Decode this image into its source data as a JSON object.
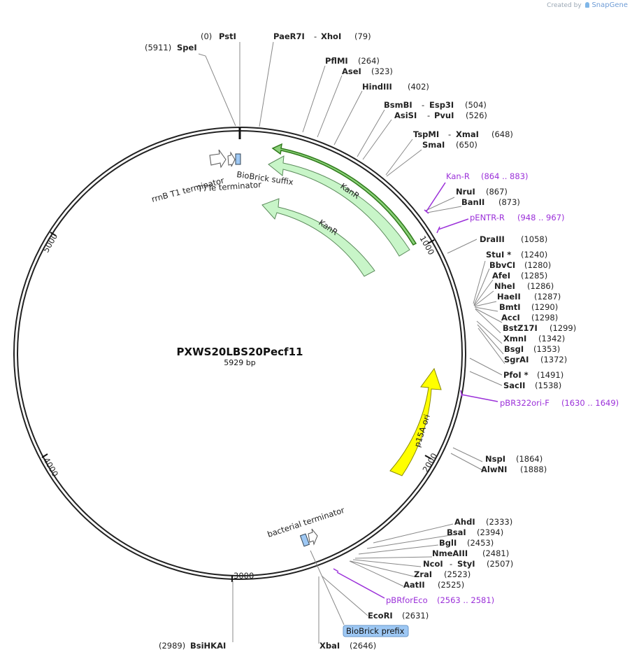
{
  "plasmid": {
    "name": "PXWS20LBS20Pecf11",
    "size_label": "5929 bp",
    "length": 5929
  },
  "credit": {
    "text": "Created by",
    "brand": "SnapGene"
  },
  "ticks": [
    {
      "pos": 1000,
      "label": "1000"
    },
    {
      "pos": 2000,
      "label": "2000"
    },
    {
      "pos": 3000,
      "label": "3000"
    },
    {
      "pos": 4000,
      "label": "4000"
    },
    {
      "pos": 5000,
      "label": "5000"
    }
  ],
  "sites": [
    {
      "name": "SpeI",
      "pos": "(5911)"
    },
    {
      "name": "PstI",
      "pos": "(0)"
    },
    {
      "name": "PaeR7I",
      "name2": "XhoI",
      "pos": "(79)"
    },
    {
      "name": "PflMI",
      "pos": "(264)"
    },
    {
      "name": "AseI",
      "pos": "(323)"
    },
    {
      "name": "HindIII",
      "pos": "(402)"
    },
    {
      "name": "BsmBI",
      "name2": "Esp3I",
      "pos": "(504)"
    },
    {
      "name": "AsiSI",
      "name2": "PvuI",
      "pos": "(526)"
    },
    {
      "name": "TspMI",
      "name2": "XmaI",
      "pos": "(648)"
    },
    {
      "name": "SmaI",
      "pos": "(650)"
    },
    {
      "name": "NruI",
      "pos": "(867)"
    },
    {
      "name": "BanII",
      "pos": "(873)"
    },
    {
      "name": "DraIII",
      "pos": "(1058)"
    },
    {
      "name": "StuI *",
      "pos": "(1240)"
    },
    {
      "name": "BbvCI",
      "pos": "(1280)"
    },
    {
      "name": "AfeI",
      "pos": "(1285)"
    },
    {
      "name": "NheI",
      "pos": "(1286)"
    },
    {
      "name": "HaeII",
      "pos": "(1287)"
    },
    {
      "name": "BmtI",
      "pos": "(1290)"
    },
    {
      "name": "AccI",
      "pos": "(1298)"
    },
    {
      "name": "BstZ17I",
      "pos": "(1299)"
    },
    {
      "name": "XmnI",
      "pos": "(1342)"
    },
    {
      "name": "BsgI",
      "pos": "(1353)"
    },
    {
      "name": "SgrAI",
      "pos": "(1372)"
    },
    {
      "name": "PfoI *",
      "pos": "(1491)"
    },
    {
      "name": "SacII",
      "pos": "(1538)"
    },
    {
      "name": "NspI",
      "pos": "(1864)"
    },
    {
      "name": "AlwNI",
      "pos": "(1888)"
    },
    {
      "name": "AhdI",
      "pos": "(2333)"
    },
    {
      "name": "BsaI",
      "pos": "(2394)"
    },
    {
      "name": "BglI",
      "pos": "(2453)"
    },
    {
      "name": "NmeAIII",
      "pos": "(2481)"
    },
    {
      "name": "NcoI",
      "name2": "StyI",
      "pos": "(2507)"
    },
    {
      "name": "ZraI",
      "pos": "(2523)"
    },
    {
      "name": "AatII",
      "pos": "(2525)"
    },
    {
      "name": "EcoRI",
      "pos": "(2631)"
    },
    {
      "name": "XbaI",
      "pos": "(2646)"
    },
    {
      "name": "BsiHKAI",
      "pos": "(2989)"
    }
  ],
  "primers": [
    {
      "name": "Kan-R",
      "range": "(864 .. 883)"
    },
    {
      "name": "pENTR-R",
      "range": "(948 .. 967)"
    },
    {
      "name": "pBR322ori-F",
      "range": "(1630 .. 1649)"
    },
    {
      "name": "pBRforEco",
      "range": "(2563 .. 2581)"
    }
  ],
  "features": [
    {
      "name": "KanR",
      "outer": "KanR",
      "inner": "KanR"
    },
    {
      "name": "p15A ori",
      "label": "p15A ori"
    },
    {
      "name": "rrnB T1 terminator",
      "label": "rrnB T1 terminator"
    },
    {
      "name": "T7Te terminator",
      "label": "T7Te terminator"
    },
    {
      "name": "BioBrick suffix",
      "label": "BioBrick suffix"
    },
    {
      "name": "bacterial terminator",
      "label": "bacterial terminator"
    },
    {
      "name": "BioBrick prefix",
      "label": "BioBrick prefix"
    }
  ],
  "colors": {
    "backbone": "#222222",
    "kanr_fill": "#c8f5c8",
    "kanr_stroke": "#5a8a5a",
    "kanr_highlight": "#2f7a1a",
    "ori_fill": "#ffff00",
    "ori_stroke": "#8a8a00",
    "primer": "#9b30d9",
    "biobrick": "#9ec8f4"
  }
}
